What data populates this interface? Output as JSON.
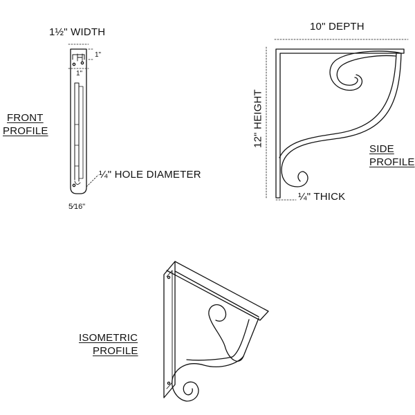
{
  "front": {
    "width_label": "1½\" WIDTH",
    "dim_top": "1\"",
    "dim_side": "1\"",
    "profile_label_1": "FRONT",
    "profile_label_2": "PROFILE",
    "hole_label": "¼\" HOLE DIAMETER",
    "bottom_label": "5⁄16\""
  },
  "side": {
    "depth_label": "10\" DEPTH",
    "height_label": "12\" HEIGHT",
    "thick_label": "¼\" THICK",
    "profile_label_1": "SIDE",
    "profile_label_2": "PROFILE"
  },
  "iso": {
    "profile_label_1": "ISOMETRIC",
    "profile_label_2": "PROFILE"
  }
}
